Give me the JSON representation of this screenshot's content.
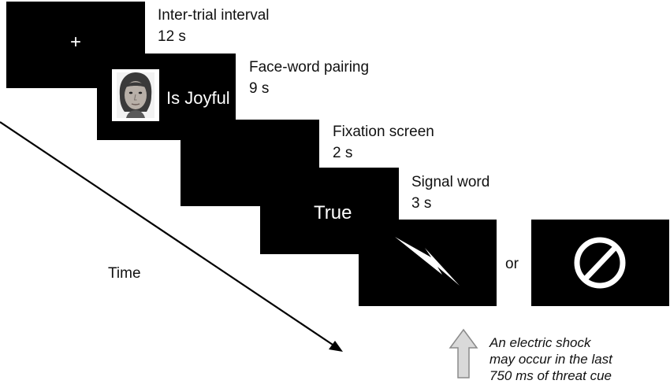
{
  "stages": [
    {
      "label": "Inter-trial interval",
      "duration": "12 s",
      "screen_content": "+"
    },
    {
      "label": "Face-word pairing",
      "duration": "9 s",
      "screen_content": "Is Joyful"
    },
    {
      "label": "Fixation screen",
      "duration": "2 s",
      "screen_content": ""
    },
    {
      "label": "Signal word",
      "duration": "3 s",
      "screen_content": "True"
    }
  ],
  "outcome": {
    "separator": "or",
    "threat_icon": "lightning-bolt-icon",
    "safe_icon": "no-symbol-icon"
  },
  "time_axis": {
    "label": "Time"
  },
  "shock_note": {
    "lines": [
      "An electric shock",
      "may occur in the last",
      "750 ms of threat cue"
    ]
  },
  "colors": {
    "screen": "#000000",
    "screen_text": "#ffffff",
    "arrow": "#000000",
    "note_arrow_fill": "#d9d9d9",
    "note_arrow_stroke": "#8a8a8a"
  }
}
